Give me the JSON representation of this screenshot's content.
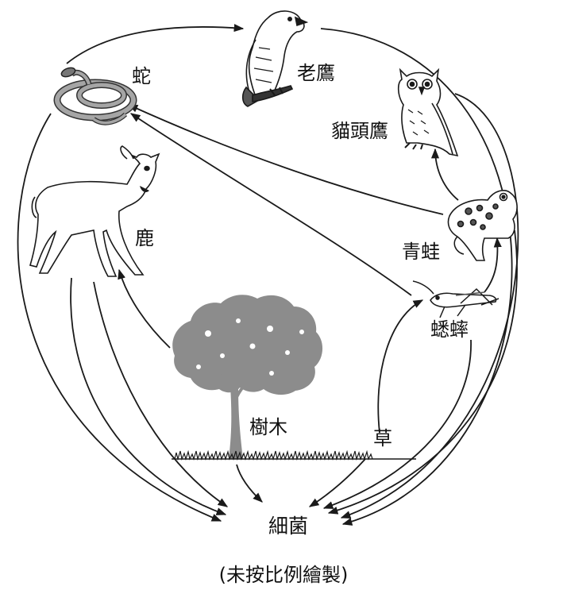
{
  "organisms": {
    "snake": "蛇",
    "eagle": "老鷹",
    "owl": "貓頭鷹",
    "deer": "鹿",
    "frog": "青蛙",
    "grasshopper": "蟋蟀",
    "tree": "樹木",
    "grass": "草",
    "bacteria": "細菌"
  },
  "caption": "(未按比例繪製)",
  "icons": [
    "snake-icon",
    "eagle-icon",
    "owl-icon",
    "deer-icon",
    "frog-icon",
    "grasshopper-icon",
    "tree-icon",
    "grass-icon"
  ],
  "colors": {
    "line": "#1a1a1a",
    "tree": "#8a8a8a",
    "snake": "#9a9a9a"
  }
}
